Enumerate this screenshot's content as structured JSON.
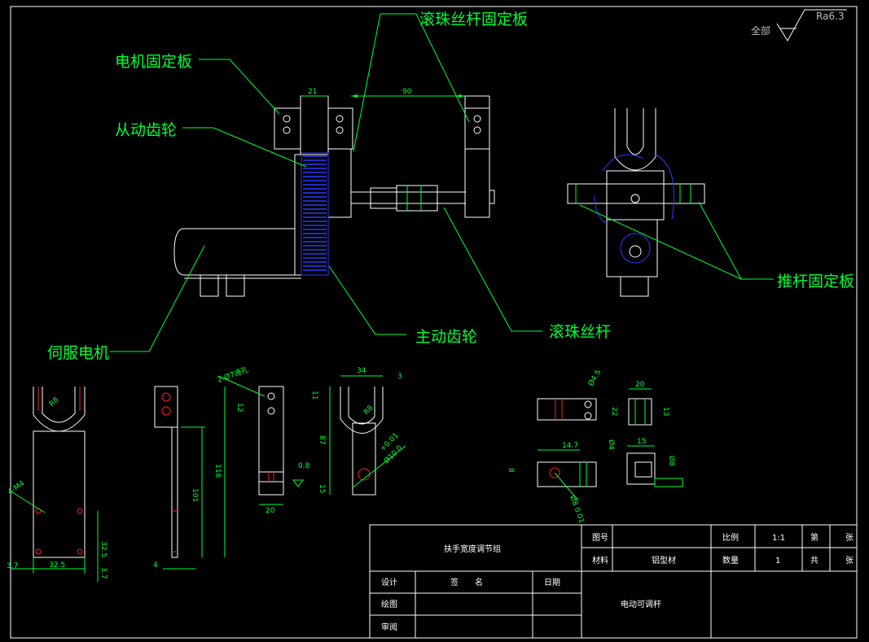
{
  "surface": {
    "symbol_prefix": "全部",
    "roughness": "Ra6.3"
  },
  "callouts": {
    "ball_screw_plate": "滚珠丝杆固定板",
    "motor_plate": "电机固定板",
    "driven_gear": "从动齿轮",
    "servo_motor": "伺服电机",
    "drive_gear": "主动齿轮",
    "ball_screw": "滚珠丝杆",
    "pushrod_plate": "推杆固定板"
  },
  "dims": {
    "d21": "21",
    "d90": "90",
    "d34": "34",
    "d3": "3",
    "d8_top": "8",
    "d12": "12",
    "d116": "116",
    "d101": "101",
    "d4": "4",
    "d37a": "3.7",
    "d325a": "32.5",
    "d37b": "3.7",
    "d325b": "32.5",
    "d20a": "20",
    "d08": "0.8",
    "d15": "15",
    "d87": "87",
    "d11": "11",
    "r8a": "R8",
    "r8b": "R8",
    "hole_spec": "2-Ø7通孔",
    "m4": "4-M4",
    "tol1": "+0.01",
    "tol2": "Ø10 0",
    "d20b": "20",
    "d147": "14.7",
    "d45": "Ø4.5",
    "d22": "22",
    "d13": "13",
    "d15b": "15",
    "d8b": "8",
    "d4b": "Ø4",
    "d8c": "Ø8",
    "tol3": "Ø8 0.01"
  },
  "title_block": {
    "drawing_name": "扶手宽度调节组",
    "figure_no_label": "图号",
    "scale_label": "比例",
    "scale_value": "1:1",
    "sheet_label": "第",
    "sheet_unit": "张",
    "material_label": "材料",
    "material_value": "铝型材",
    "quantity_label": "数量",
    "quantity_value": "1",
    "total_label": "共",
    "total_unit": "张",
    "design_label": "设计",
    "sign_label": "签　　名",
    "date_label": "日期",
    "draw_label": "绘图",
    "review_label": "审阅",
    "part_name": "电动可调杆"
  }
}
